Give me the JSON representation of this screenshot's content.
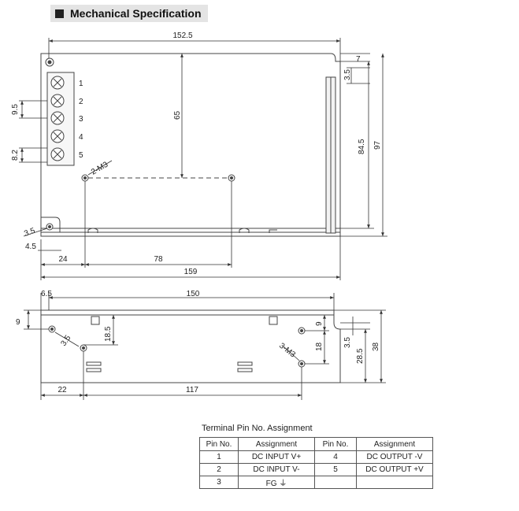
{
  "header": {
    "title": "Mechanical Specification"
  },
  "top_view": {
    "dims": {
      "overall_width": "152.5",
      "tab_height": "7",
      "tab_offset": "3.5",
      "inner_height": "84.5",
      "overall_height": "97",
      "hole_to_top": "65",
      "terminal_pitch": "9.5",
      "terminal_edge": "8.2",
      "mount_label": "2-M3",
      "hole_edge_offset": "3.5",
      "hole_side_offset": "4.5",
      "hole_x_first": "24",
      "hole_spacing": "78",
      "base_length": "159"
    },
    "terminal_numbers": [
      "1",
      "2",
      "3",
      "4",
      "5"
    ]
  },
  "side_view": {
    "dims": {
      "left_offset": "6.5",
      "length": "150",
      "hole_top_left": "9",
      "hole_diag": "3.5",
      "hole_vertical": "18.5",
      "mount_label": "3-M3",
      "hole_top_right": "9",
      "hole_spacing_right": "18",
      "right_offset": "3.5",
      "height_inner": "28.5",
      "height_total": "38",
      "left_hole_x": "22",
      "hole_spacing": "117"
    }
  },
  "pin_table": {
    "caption": "Terminal Pin No.  Assignment",
    "headers": [
      "Pin No.",
      "Assignment",
      "Pin No.",
      "Assignment"
    ],
    "rows": [
      [
        "1",
        "DC INPUT V+",
        "4",
        "DC OUTPUT -V"
      ],
      [
        "2",
        "DC INPUT V-",
        "5",
        "DC OUTPUT +V"
      ],
      [
        "3",
        "FG ⏚",
        "",
        ""
      ]
    ]
  }
}
